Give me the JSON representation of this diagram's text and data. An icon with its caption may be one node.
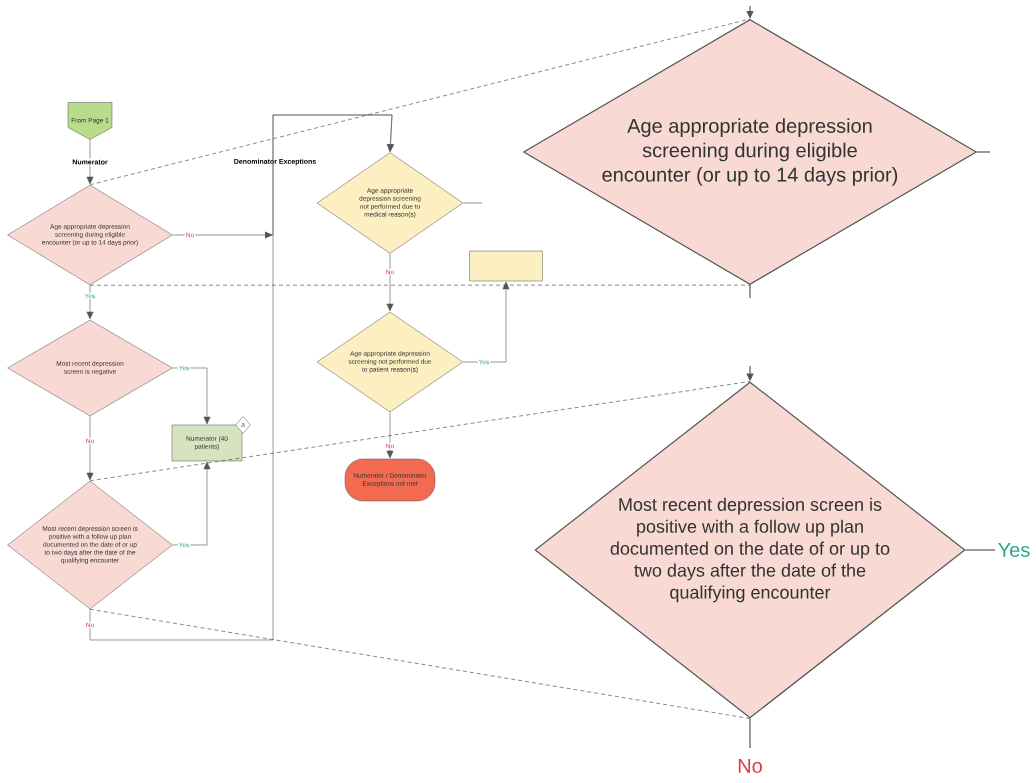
{
  "diagram": {
    "nodes": [
      {
        "text": [
          "From Page 1"
        ]
      },
      {
        "text": [
          "Numerator"
        ]
      },
      {
        "text": [
          "Age appropriate depression screening during eligible encounter (or up to 14 days prior)"
        ]
      },
      {
        "text": [
          "Most recent depression screen is negative"
        ]
      },
      {
        "text": [
          "Numerator (40 patients)"
        ]
      },
      {
        "text": [
          "a"
        ]
      },
      {
        "text": [
          "Most recent depression screen is positive with a follow up plan documented on the date of or up to two days after the date of the qualifying encounter"
        ]
      },
      {
        "text": [
          "Age appropriate depression screening not performed due to medical reason(s)"
        ]
      },
      {
        "text": [
          "Age appropriate depression screening not performed due to patient reason(s)"
        ]
      },
      {
        "text": [],
        "shape": "box"
      },
      {
        "text": [
          "Numerator / Denominator Exceptions not met"
        ]
      },
      {
        "text": [
          "Age appropriate depression screening during eligible encounter (or up to 14 days prior)"
        ]
      },
      {
        "text": [
          "Most recent depression screen is positive with a follow up plan documented on the date of or up to two days after the date of the qualifying encounter"
        ]
      }
    ],
    "edges": [
      {
        "from": 0,
        "to": 1,
        "arrow": "none"
      },
      {
        "from": 1,
        "to": 2,
        "arrow": "to"
      },
      {
        "from": 2,
        "to": 7,
        "arrow": "to",
        "label": "No"
      },
      {
        "from": 2,
        "to": 3,
        "arrow": "to",
        "label": "Yes"
      },
      {
        "from": 3,
        "to": 4,
        "arrow": "to",
        "label": "Yes"
      },
      {
        "from": 3,
        "to": 6,
        "arrow": "to",
        "label": "No"
      },
      {
        "from": 6,
        "to": 4,
        "arrow": "to",
        "label": "Yes"
      },
      {
        "from": 6,
        "to": 7,
        "arrow": "to",
        "label": "No"
      },
      {
        "from": 7,
        "to": null,
        "arrow": "none"
      },
      {
        "from": 7,
        "to": 8,
        "arrow": "to",
        "label": "No"
      },
      {
        "from": 8,
        "to": 9,
        "arrow": "to",
        "label": "Yes"
      },
      {
        "from": 8,
        "to": 10,
        "arrow": "to",
        "label": "No"
      },
      {
        "from": null,
        "to": 11,
        "arrow": "to"
      },
      {
        "from": 11,
        "to": null,
        "arrow": "none"
      },
      {
        "from": 11,
        "to": null,
        "arrow": "none"
      },
      {
        "from": null,
        "to": 12,
        "arrow": "to"
      },
      {
        "from": 12,
        "to": null,
        "arrow": "none",
        "label": "Yes"
      },
      {
        "from": 12,
        "to": null,
        "arrow": "none",
        "label": "No"
      },
      {
        "from": 2,
        "to": 11,
        "arrow": "none",
        "style": "dashed"
      },
      {
        "from": 2,
        "to": 11,
        "arrow": "none",
        "style": "dashed"
      },
      {
        "from": 6,
        "to": 12,
        "arrow": "none",
        "style": "dashed"
      },
      {
        "from": 6,
        "to": 12,
        "arrow": "none",
        "style": "dashed"
      }
    ],
    "labels": [
      "Denominator Exceptions"
    ]
  }
}
